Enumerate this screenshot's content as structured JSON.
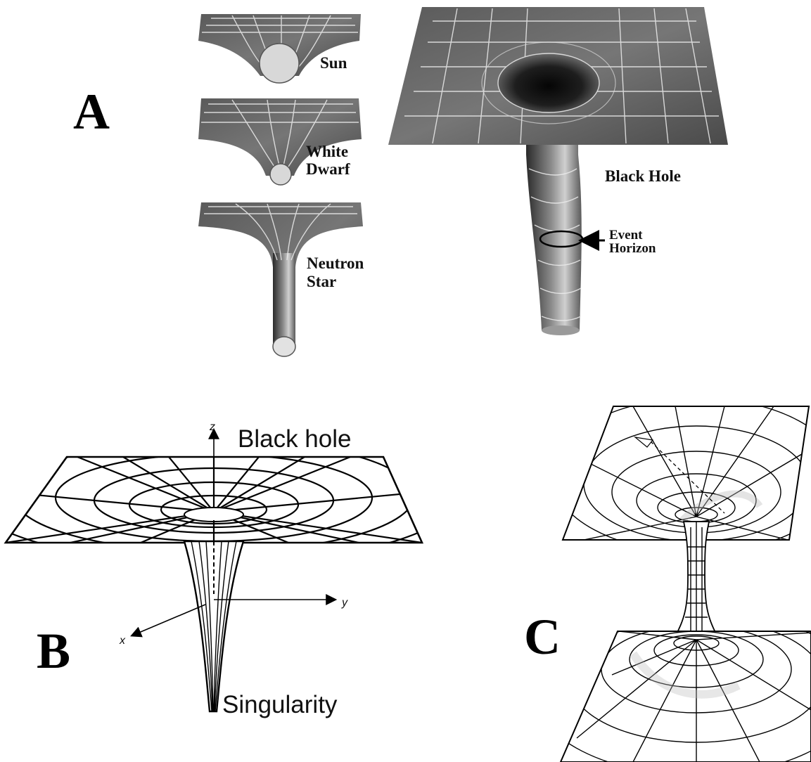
{
  "panels": {
    "a": {
      "letter": "A",
      "sun": "Sun",
      "white_dwarf": [
        "White",
        "Dwarf"
      ],
      "neutron_star": [
        "Neutron",
        "Star"
      ],
      "black_hole": "Black Hole",
      "event_horizon": [
        "Event",
        "Horizon"
      ]
    },
    "b": {
      "letter": "B",
      "title": "Black hole",
      "axis_z": "z",
      "axis_y": "y",
      "axis_x": "x",
      "singularity": "Singularity"
    },
    "c": {
      "letter": "C"
    }
  },
  "colors": {
    "surface_dark": "#3e3e3e",
    "surface_mid": "#6c6c6c",
    "surface_light": "#b5b5b5",
    "star_fill": "#d6d6d6",
    "ink": "#000000"
  }
}
